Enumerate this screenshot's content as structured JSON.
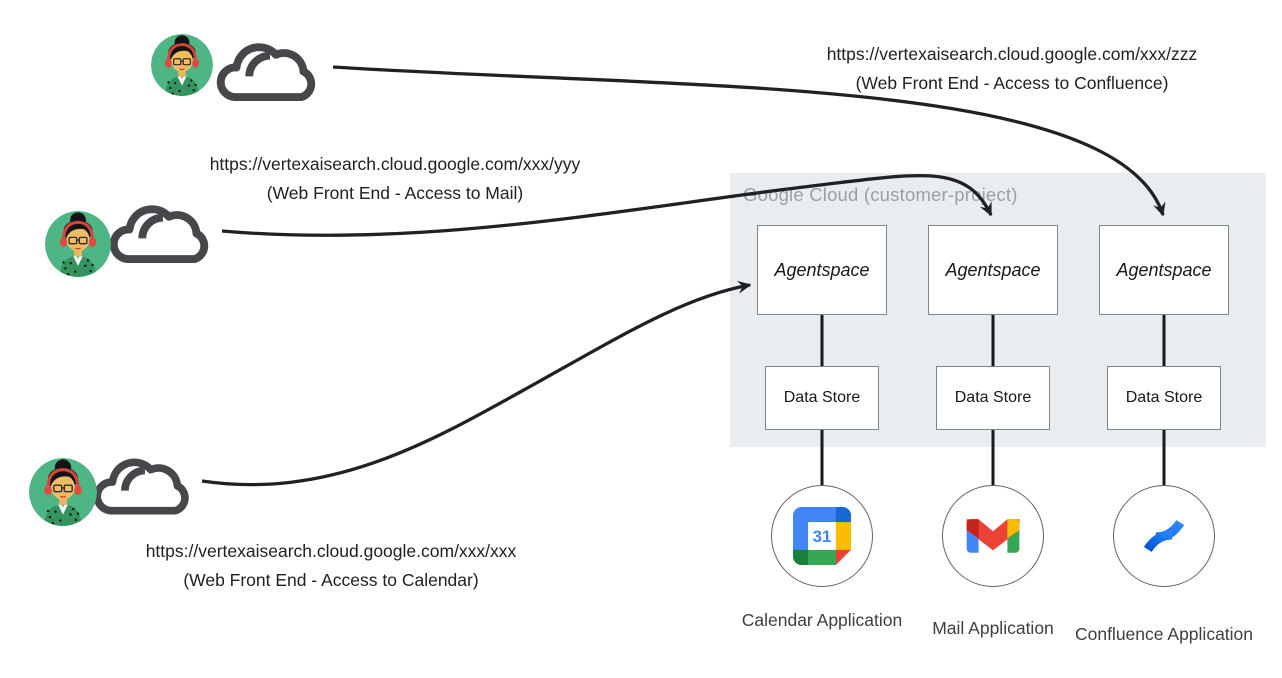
{
  "cloud_container": {
    "label": "Google Cloud (customer-project)"
  },
  "flows": [
    {
      "url": "https://vertexaisearch.cloud.google.com/xxx/zzz",
      "caption": "(Web Front End - Access to Confluence)"
    },
    {
      "url": "https://vertexaisearch.cloud.google.com/xxx/yyy",
      "caption": "(Web Front End - Access to Mail)"
    },
    {
      "url": "https://vertexaisearch.cloud.google.com/xxx/xxx",
      "caption": "(Web Front End - Access to Calendar)"
    }
  ],
  "users": [
    {
      "avatar_icon": "female-user-avatar-icon",
      "cloud_icon": "cloud-icon"
    },
    {
      "avatar_icon": "female-user-avatar-icon",
      "cloud_icon": "cloud-icon"
    },
    {
      "avatar_icon": "female-user-avatar-icon",
      "cloud_icon": "cloud-icon"
    }
  ],
  "columns": [
    {
      "agent_label": "Agentspace",
      "store_label": "Data Store",
      "app_label": "Calendar Application",
      "app_icon": "google-calendar-icon",
      "calendar_day": "31"
    },
    {
      "agent_label": "Agentspace",
      "store_label": "Data Store",
      "app_label": "Mail Application",
      "app_icon": "gmail-icon"
    },
    {
      "agent_label": "Agentspace",
      "store_label": "Data Store",
      "app_label": "Confluence Application",
      "app_icon": "confluence-icon"
    }
  ],
  "colors": {
    "container_bg": "#e9edf0",
    "container_label": "#9aa0a6",
    "arrow": "#202124",
    "box_border": "#7f858c",
    "google_blue": "#4285f4",
    "google_red": "#ea4335",
    "google_yellow": "#fbbc04",
    "google_green": "#34a853",
    "confluence_blue": "#2684ff",
    "avatar_green": "#4eb584"
  }
}
